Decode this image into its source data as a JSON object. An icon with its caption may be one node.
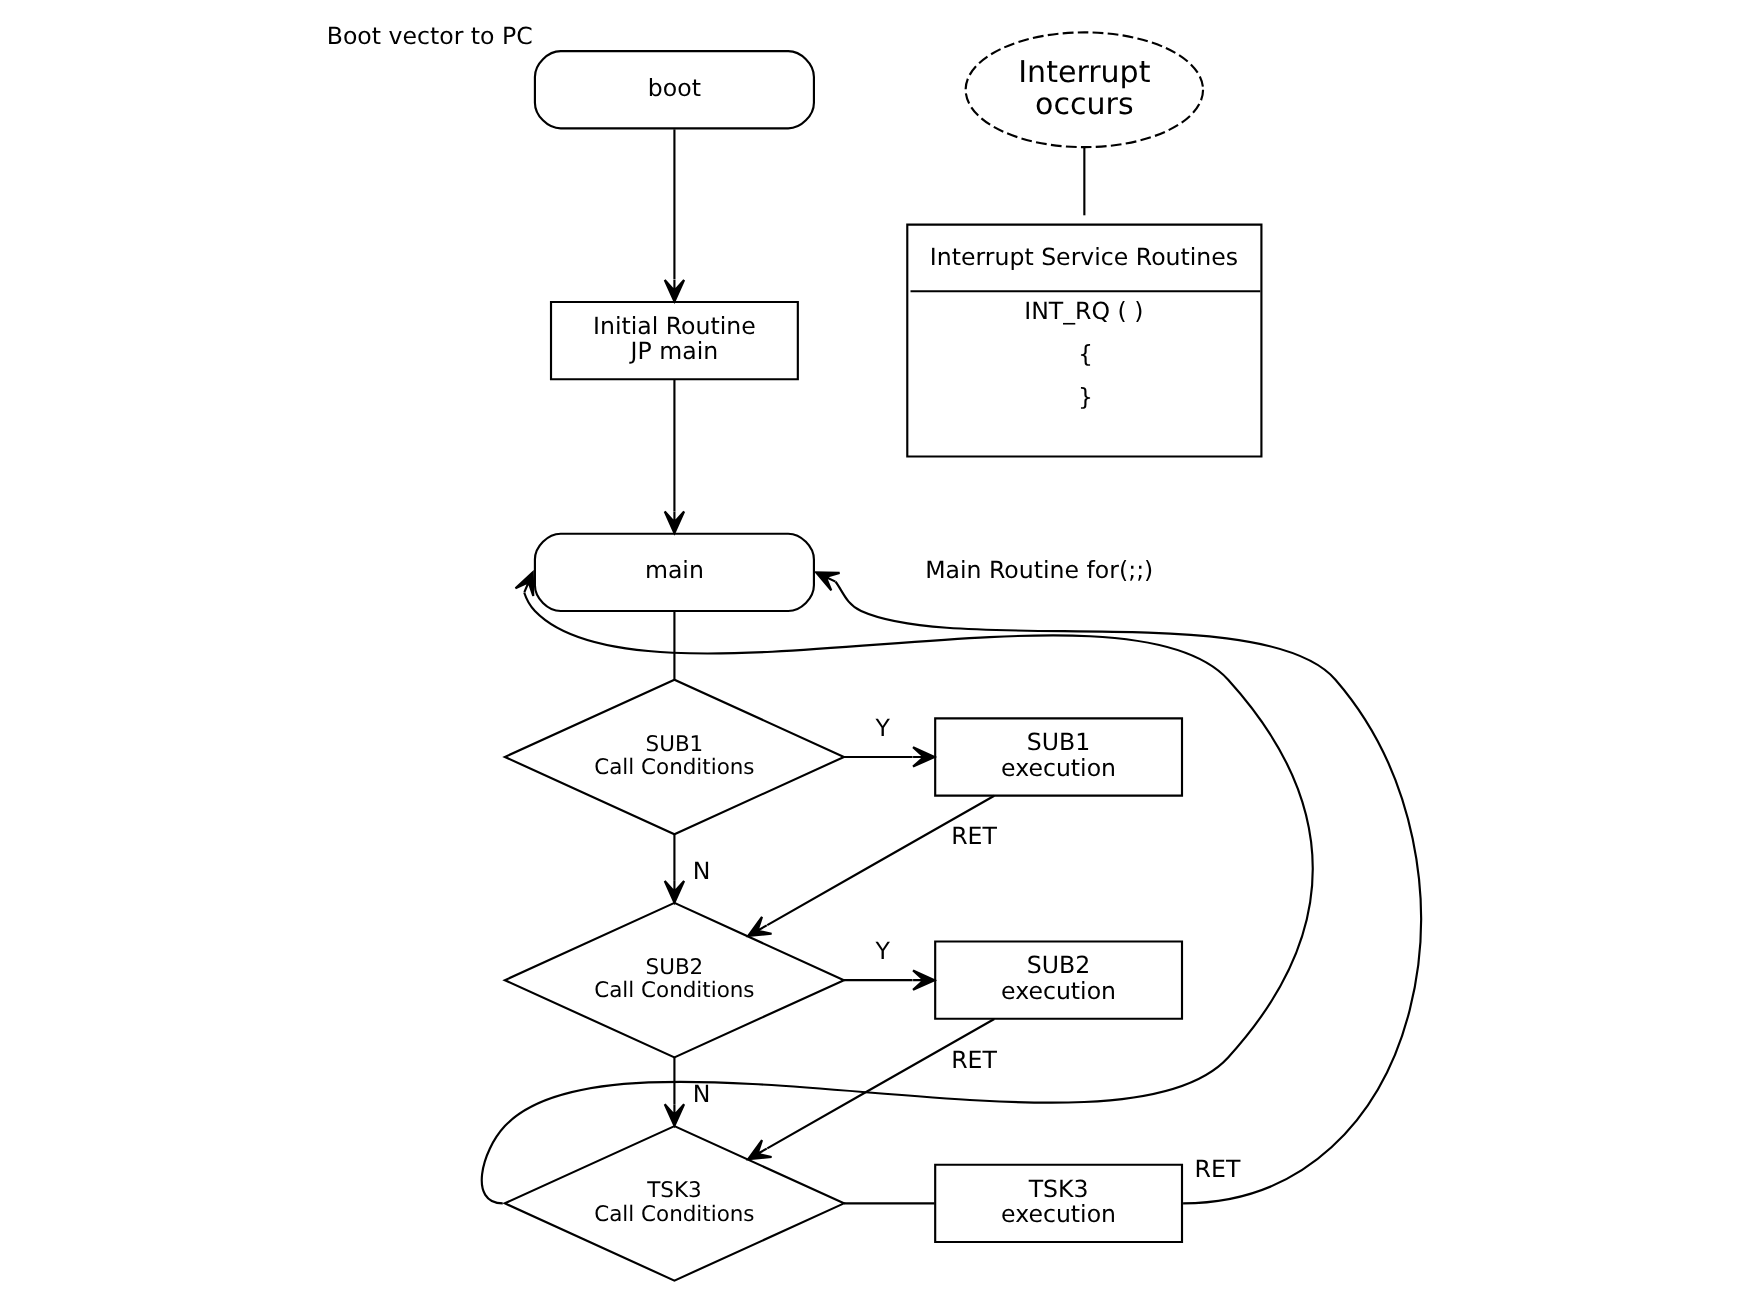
{
  "diagram": {
    "nodes": [
      {
        "text": [
          "boot"
        ],
        "beside": [
          "Boot vector to PC"
        ]
      },
      {
        "text": [
          "Initial Routine",
          "JP main"
        ]
      },
      {
        "text": [
          "main"
        ]
      },
      {
        "text": [
          "SUB1",
          "Call Conditions"
        ]
      },
      {
        "text": [
          "SUB1",
          "execution"
        ]
      },
      {
        "text": [
          "SUB2",
          "Call Conditions"
        ]
      },
      {
        "text": [
          "SUB2",
          "execution"
        ]
      },
      {
        "text": [
          "TSK3",
          "Call Conditions"
        ]
      },
      {
        "text": [
          "TSK3",
          "execution"
        ]
      },
      {
        "text": [
          "Interrupt",
          "occurs"
        ]
      },
      {
        "text": [
          "Interrupt Service Routines",
          "INT_RQ ( )",
          "{",
          "}"
        ]
      }
    ],
    "edges": [
      {
        "from": 0,
        "to": 1,
        "arrow": "to"
      },
      {
        "from": 1,
        "to": 2,
        "arrow": "to"
      },
      {
        "from": 2,
        "to": 3,
        "arrow": "none"
      },
      {
        "from": 3,
        "to": 4,
        "arrow": "to",
        "label": "Y"
      },
      {
        "from": 3,
        "to": 5,
        "arrow": "to",
        "label": "N"
      },
      {
        "from": 4,
        "to": 5,
        "arrow": "to",
        "label": "RET"
      },
      {
        "from": 5,
        "to": 6,
        "arrow": "to",
        "label": "Y"
      },
      {
        "from": 5,
        "to": 7,
        "arrow": "to",
        "label": "N"
      },
      {
        "from": 6,
        "to": 7,
        "arrow": "to",
        "label": "RET"
      },
      {
        "from": 7,
        "to": 8,
        "arrow": "none"
      },
      {
        "from": 7,
        "to": 2,
        "arrow": "to"
      },
      {
        "from": 8,
        "to": 2,
        "arrow": "to",
        "label": "RET"
      },
      {
        "from": 9,
        "to": 10,
        "arrow": "none"
      }
    ],
    "labels": [
      "Main Routine for(;;)"
    ]
  }
}
